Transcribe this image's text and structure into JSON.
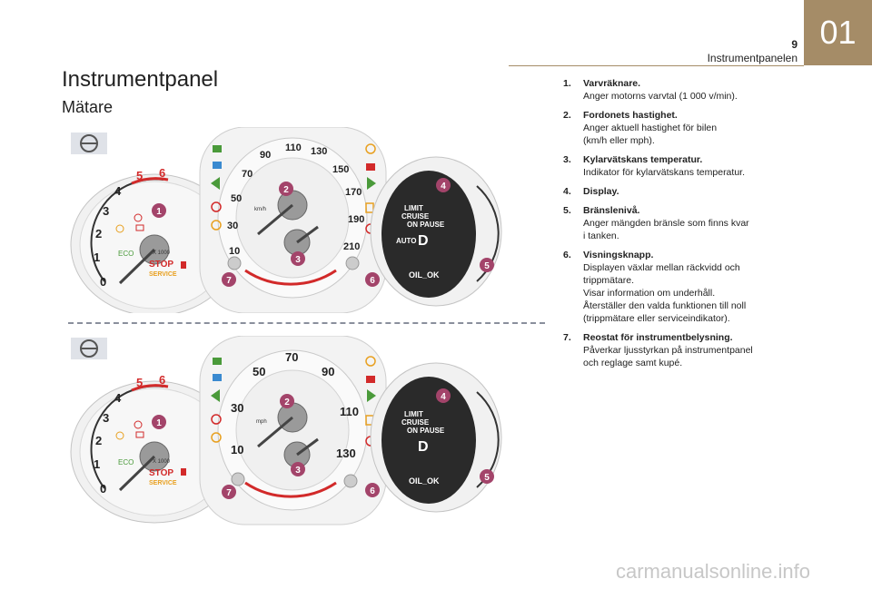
{
  "header": {
    "page_number": "9",
    "section": "Instrumentpanelen",
    "chapter": "01"
  },
  "title": "Instrumentpanel",
  "subtitle": "Mätare",
  "colors": {
    "accent": "#a58c67",
    "callout": "#a3446a",
    "redline": "#d22a2a",
    "display_bg": "#2a2a2a"
  },
  "panel_top": {
    "tacho_ticks": [
      "0",
      "1",
      "2",
      "3",
      "4",
      "5",
      "6"
    ],
    "tacho_unit": "X 1000",
    "eco": "ECO",
    "stop": "STOP",
    "service": "SERVICE",
    "speed_ticks": [
      "10",
      "30",
      "50",
      "70",
      "90",
      "110",
      "130",
      "150",
      "170",
      "190",
      "210"
    ],
    "speed_unit": "km/h",
    "display": {
      "limit": "LIMIT",
      "cruise": "CRUISE",
      "on_pause": "ON PAUSE",
      "auto": "AUTO",
      "gear": "D",
      "oil": "OIL_OK"
    }
  },
  "panel_bottom": {
    "tacho_ticks": [
      "0",
      "1",
      "2",
      "3",
      "4",
      "5",
      "6"
    ],
    "tacho_unit": "X 1000",
    "eco": "ECO",
    "stop": "STOP",
    "service": "SERVICE",
    "speed_ticks": [
      "10",
      "30",
      "50",
      "70",
      "90",
      "110",
      "130"
    ],
    "speed_unit": "mph",
    "display": {
      "limit": "LIMIT",
      "cruise": "CRUISE",
      "on_pause": "ON PAUSE",
      "auto": "",
      "gear": "D",
      "oil": "OIL_OK"
    }
  },
  "callouts": [
    "1",
    "2",
    "3",
    "4",
    "5",
    "6",
    "7"
  ],
  "legend": [
    {
      "num": "1.",
      "title": "Varvräknare.",
      "desc": "Anger motorns varvtal (1 000 v/min)."
    },
    {
      "num": "2.",
      "title": "Fordonets hastighet.",
      "desc": "Anger aktuell hastighet för bilen\n(km/h eller mph)."
    },
    {
      "num": "3.",
      "title": "Kylarvätskans temperatur.",
      "desc": "Indikator för kylarvätskans temperatur."
    },
    {
      "num": "4.",
      "title": "Display.",
      "desc": ""
    },
    {
      "num": "5.",
      "title": "Bränslenivå.",
      "desc": "Anger mängden bränsle som finns kvar\ni tanken."
    },
    {
      "num": "6.",
      "title": "Visningsknapp.",
      "desc": "Displayen växlar mellan räckvidd och\ntrippmätare.\nVisar information om underhåll.\nÅterställer den valda funktionen till noll\n(trippmätare eller serviceindikator)."
    },
    {
      "num": "7.",
      "title": "Reostat för instrumentbelysning.",
      "desc": "Påverkar ljusstyrkan på instrumentpanel\noch reglage samt kupé."
    }
  ],
  "watermark": "carmanualsonline.info"
}
